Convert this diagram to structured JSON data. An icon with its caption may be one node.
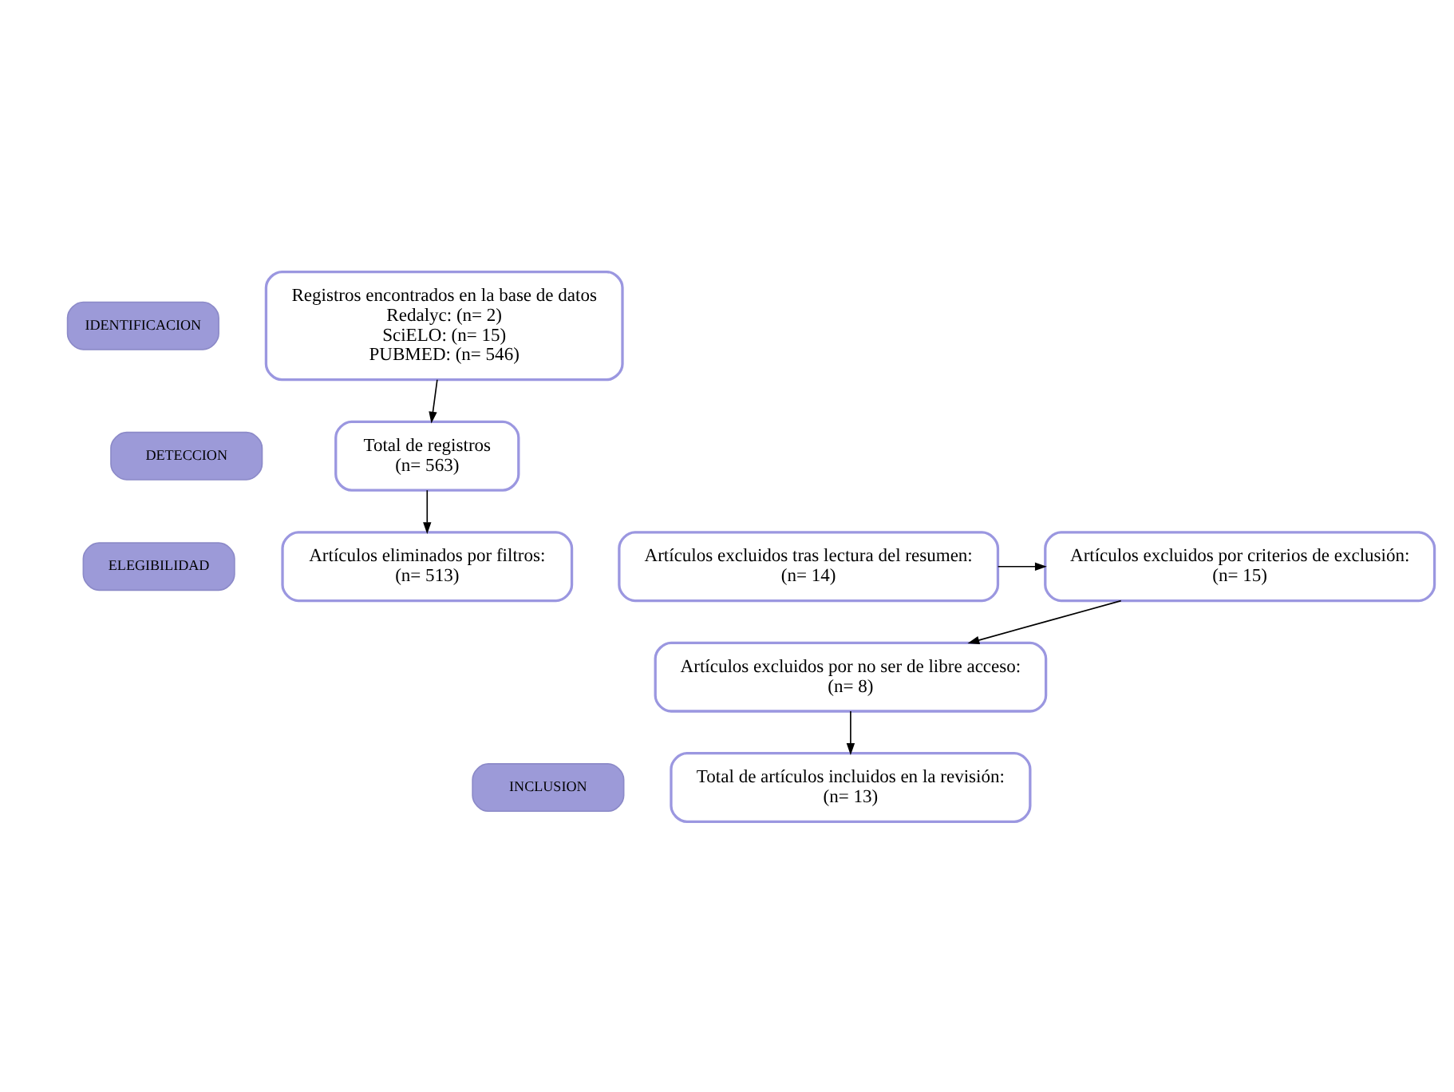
{
  "diagram": {
    "nodes": [
      {
        "text": [
          "IDENTIFICACION"
        ]
      },
      {
        "text": [
          "DETECCION"
        ]
      },
      {
        "text": [
          "ELEGIBILIDAD"
        ]
      },
      {
        "text": [
          "INCLUSION"
        ]
      },
      {
        "text": [
          "Registros encontrados en la base de datos",
          "Redalyc: (n= 2)",
          "SciELO: (n= 15)",
          "PUBMED: (n= 546)"
        ]
      },
      {
        "text": [
          "Total de registros",
          "(n= 563)"
        ]
      },
      {
        "text": [
          "Artículos eliminados por filtros:",
          "(n= 513)"
        ]
      },
      {
        "text": [
          "Artículos excluidos tras lectura del resumen:",
          "(n= 14)"
        ]
      },
      {
        "text": [
          "Artículos excluidos por criterios de exclusión:",
          "(n= 15)"
        ]
      },
      {
        "text": [
          "Artículos excluidos por no ser de libre acceso:",
          "(n= 8)"
        ]
      },
      {
        "text": [
          "Total de artículos incluidos en la revisión:",
          "(n= 13)"
        ]
      }
    ],
    "edges": [
      {
        "from": 4,
        "to": 5,
        "arrow": "to"
      },
      {
        "from": 5,
        "to": 6,
        "arrow": "to"
      },
      {
        "from": 7,
        "to": 8,
        "arrow": "to"
      },
      {
        "from": 8,
        "to": 9,
        "arrow": "to"
      },
      {
        "from": 9,
        "to": 10,
        "arrow": "to"
      }
    ]
  }
}
